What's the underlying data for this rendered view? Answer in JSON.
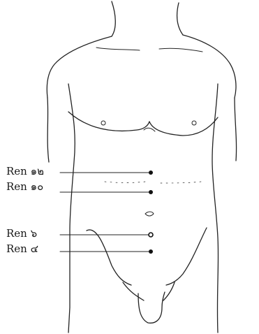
{
  "labels": [
    {
      "text": "Ren ๑๒"
    },
    {
      "text": "Ren ๑๐"
    },
    {
      "text": "Ren ๖"
    },
    {
      "text": "Ren ๔"
    }
  ],
  "colors": {
    "line": "#222222",
    "point": "#111111",
    "background": "#ffffff"
  }
}
